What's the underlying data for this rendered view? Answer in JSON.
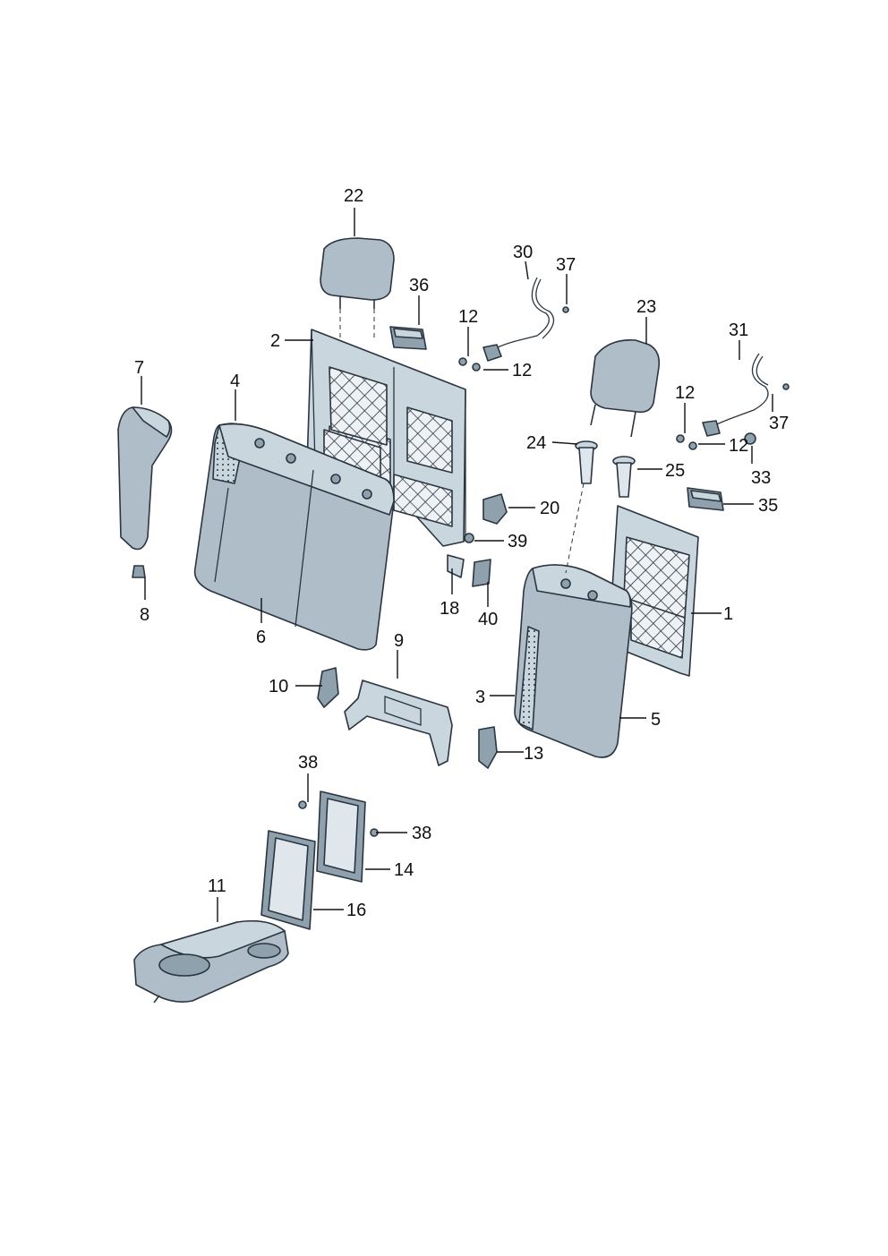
{
  "callouts": [
    "1",
    "2",
    "3",
    "4",
    "5",
    "6",
    "7",
    "8",
    "9",
    "10",
    "11",
    "12",
    "12",
    "12",
    "12",
    "13",
    "14",
    "16",
    "18",
    "20",
    "22",
    "23",
    "24",
    "25",
    "30",
    "31",
    "33",
    "35",
    "36",
    "37",
    "37",
    "38",
    "38",
    "39",
    "40"
  ]
}
